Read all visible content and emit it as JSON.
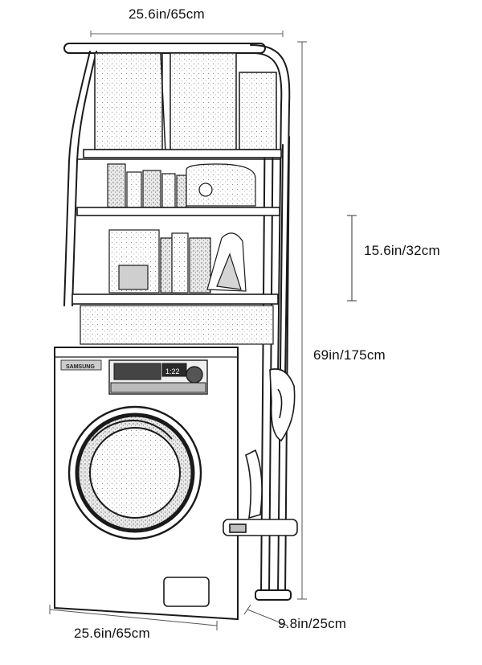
{
  "dimensions": {
    "top_width": "25.6in/65cm",
    "shelf_spacing": "15.6in/32cm",
    "total_height": "69in/175cm",
    "bottom_width": "25.6in/65cm",
    "depth": "9.8in/25cm"
  },
  "product": {
    "washer_brand": "SAMSUNG",
    "display_readout": "1:22"
  },
  "colors": {
    "line": "#1a1a1a",
    "background": "#ffffff",
    "shade": "#9a9a9a"
  }
}
